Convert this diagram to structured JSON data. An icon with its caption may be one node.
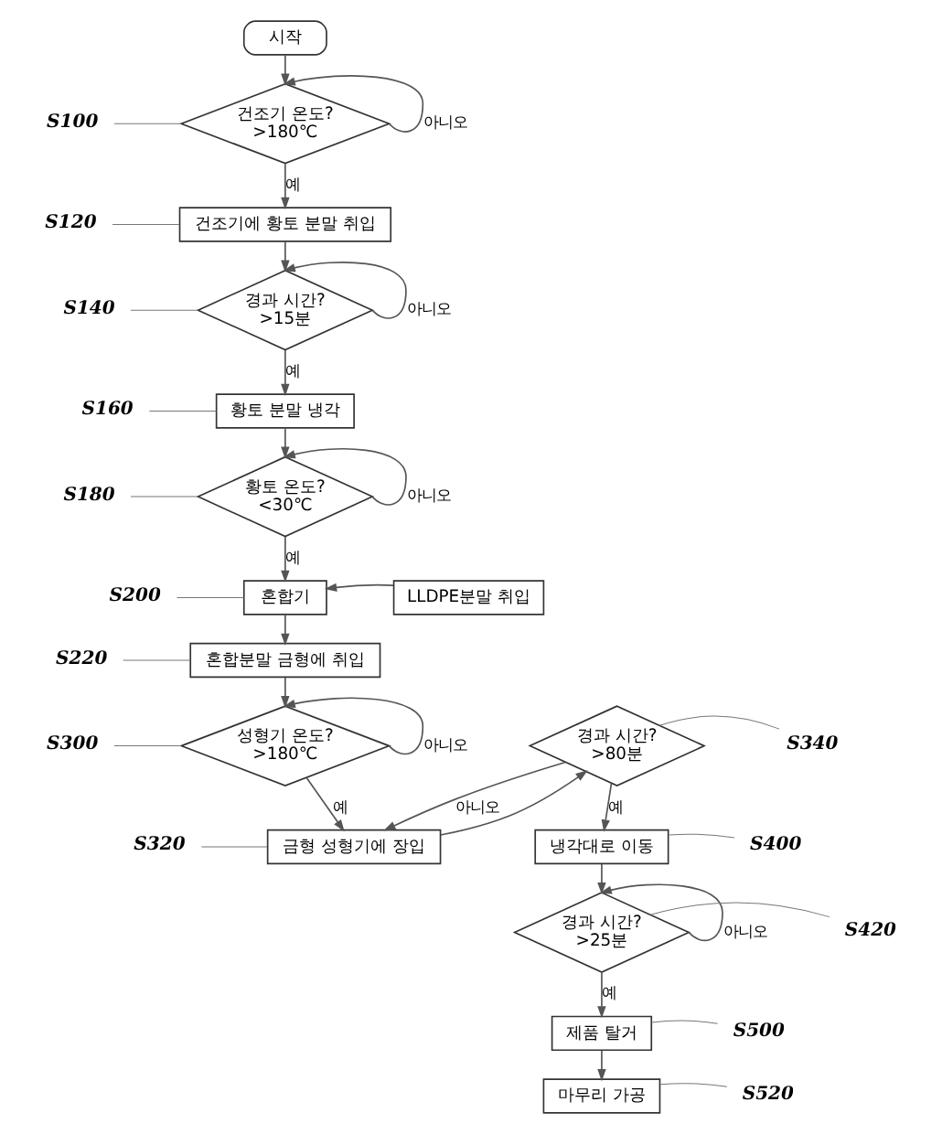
{
  "diagram": {
    "nodes": [
      {
        "text": [
          "시작"
        ]
      },
      {
        "text": [
          "건조기 온도?",
          ">180℃"
        ]
      },
      {
        "text": [
          "건조기에 황토 분말 취입"
        ]
      },
      {
        "text": [
          "경과 시간?",
          ">15분"
        ]
      },
      {
        "text": [
          "황토 분말 냉각"
        ]
      },
      {
        "text": [
          "황토 온도?",
          "<30℃"
        ]
      },
      {
        "text": [
          "혼합기"
        ]
      },
      {
        "text": [
          "LLDPE분말 취입"
        ]
      },
      {
        "text": [
          "혼합분말 금형에 취입"
        ]
      },
      {
        "text": [
          "성형기 온도?",
          ">180℃"
        ]
      },
      {
        "text": [
          "금형 성형기에 장입"
        ]
      },
      {
        "text": [
          "경과 시간?",
          ">80분"
        ]
      },
      {
        "text": [
          "냉각대로 이동"
        ]
      },
      {
        "text": [
          "경과 시간?",
          ">25분"
        ]
      },
      {
        "text": [
          "제품 탈거"
        ]
      },
      {
        "text": [
          "마무리 가공"
        ]
      },
      {
        "text": [
          "S100"
        ]
      },
      {
        "text": [
          "S120"
        ]
      },
      {
        "text": [
          "S140"
        ]
      },
      {
        "text": [
          "S160"
        ]
      },
      {
        "text": [
          "S180"
        ]
      },
      {
        "text": [
          "S200"
        ]
      },
      {
        "text": [
          "S220"
        ]
      },
      {
        "text": [
          "S300"
        ]
      },
      {
        "text": [
          "S320"
        ]
      },
      {
        "text": [
          "S340"
        ]
      },
      {
        "text": [
          "S400"
        ]
      },
      {
        "text": [
          "S420"
        ]
      },
      {
        "text": [
          "S500"
        ]
      },
      {
        "text": [
          "S520"
        ]
      }
    ],
    "edges": [
      {
        "from": 0,
        "to": 1,
        "arrow": "to"
      },
      {
        "from": 1,
        "to": 1,
        "arrow": "to",
        "label": "아니오"
      },
      {
        "from": 1,
        "to": 2,
        "arrow": "to",
        "label": "예"
      },
      {
        "from": 2,
        "to": 3,
        "arrow": "to"
      },
      {
        "from": 3,
        "to": 3,
        "arrow": "to",
        "label": "아니오"
      },
      {
        "from": 3,
        "to": 4,
        "arrow": "to",
        "label": "예"
      },
      {
        "from": 4,
        "to": 5,
        "arrow": "to"
      },
      {
        "from": 5,
        "to": 5,
        "arrow": "to",
        "label": "아니오"
      },
      {
        "from": 5,
        "to": 6,
        "arrow": "to",
        "label": "예"
      },
      {
        "from": 7,
        "to": 6,
        "arrow": "to"
      },
      {
        "from": 6,
        "to": 8,
        "arrow": "to"
      },
      {
        "from": 8,
        "to": 9,
        "arrow": "to"
      },
      {
        "from": 9,
        "to": 9,
        "arrow": "to",
        "label": "아니오"
      },
      {
        "from": 9,
        "to": 10,
        "arrow": "to",
        "label": "예"
      },
      {
        "from": 10,
        "to": 11,
        "arrow": "to"
      },
      {
        "from": 11,
        "to": 10,
        "arrow": "to",
        "label": "아니오"
      },
      {
        "from": 11,
        "to": 12,
        "arrow": "to",
        "label": "예"
      },
      {
        "from": 12,
        "to": 13,
        "arrow": "to"
      },
      {
        "from": 13,
        "to": 13,
        "arrow": "to",
        "label": "아니오"
      },
      {
        "from": 13,
        "to": 14,
        "arrow": "to",
        "label": "예"
      },
      {
        "from": 14,
        "to": 15,
        "arrow": "to"
      },
      {
        "from": 16,
        "to": 1,
        "arrow": "none"
      },
      {
        "from": 17,
        "to": 2,
        "arrow": "none"
      },
      {
        "from": 18,
        "to": 3,
        "arrow": "none"
      },
      {
        "from": 19,
        "to": 4,
        "arrow": "none"
      },
      {
        "from": 20,
        "to": 5,
        "arrow": "none"
      },
      {
        "from": 21,
        "to": 6,
        "arrow": "none"
      },
      {
        "from": 22,
        "to": 8,
        "arrow": "none"
      },
      {
        "from": 23,
        "to": 9,
        "arrow": "none"
      },
      {
        "from": 24,
        "to": 10,
        "arrow": "none"
      },
      {
        "from": 25,
        "to": 11,
        "arrow": "none"
      },
      {
        "from": 26,
        "to": 12,
        "arrow": "none"
      },
      {
        "from": 27,
        "to": 13,
        "arrow": "none"
      },
      {
        "from": 28,
        "to": 14,
        "arrow": "none"
      },
      {
        "from": 29,
        "to": 15,
        "arrow": "none"
      }
    ]
  }
}
